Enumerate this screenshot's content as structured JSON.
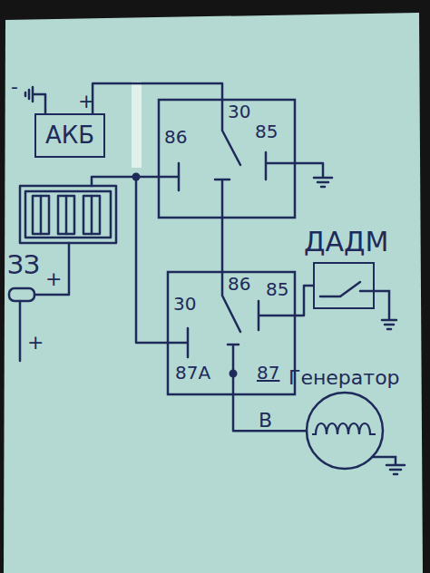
{
  "diagram": {
    "nodes": [
      {
        "text": [
          "АКБ"
        ]
      },
      {
        "text": [
          "86",
          "30",
          "85"
        ]
      },
      {
        "text": [
          "ЗЗ"
        ]
      },
      {
        "text": [
          "30",
          "86",
          "85",
          "87А",
          "87"
        ]
      },
      {
        "text": [
          "ДАДМ"
        ]
      },
      {
        "text": [
          "Генератор"
        ]
      }
    ],
    "edges": [
      {
        "from": 0,
        "to": 1,
        "arrow": "none"
      },
      {
        "from": 1,
        "to": 3,
        "arrow": "none"
      },
      {
        "from": 3,
        "to": 4,
        "arrow": "none"
      },
      {
        "from": 3,
        "to": 5,
        "arrow": "none"
      }
    ],
    "labels": [
      "-",
      "+",
      "+",
      "+",
      "В"
    ]
  }
}
